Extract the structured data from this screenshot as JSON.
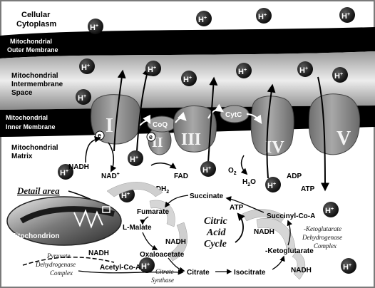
{
  "regions": {
    "cytoplasm_1": "Cellular",
    "cytoplasm_2": "Cytoplasm",
    "outer_membrane_1": "Mitochondrial",
    "outer_membrane_2": "Outer Membrane",
    "intermembrane_1": "Mitochondrial",
    "intermembrane_2": "Intermembrane",
    "intermembrane_3": "Space",
    "inner_membrane_1": "Mitochondrial",
    "inner_membrane_2": "Inner Membrane",
    "matrix_1": "Mitochondrial",
    "matrix_2": "Matrix"
  },
  "complexes": {
    "c1": "I",
    "c2": "II",
    "c3": "III",
    "c4": "IV",
    "c5": "V",
    "coq": "CoQ",
    "cytc": "CytC"
  },
  "electron": "e",
  "proton": {
    "base": "H",
    "sup": "+"
  },
  "etc_labels": {
    "nadh": "NADH",
    "nad": "NAD",
    "nad_sup": "+",
    "fad": "FAD",
    "fadh2": "FADH",
    "fadh2_sub": "2",
    "o2": "O",
    "o2_sub": "2",
    "h2o_h": "H",
    "h2o_sub": "2",
    "h2o_o": "O",
    "adp": "ADP",
    "atp": "ATP"
  },
  "cycle": {
    "title_1": "Citric",
    "title_2": "Acid",
    "title_3": "Cycle",
    "succinate": "Succinate",
    "fumarate": "Fumarate",
    "l_malate": "L-Malate",
    "oxaloacetate": "Oxaloacetate",
    "citrate": "Citrate",
    "isocitrate": "Isocitrate",
    "ketoglutarate": "-Ketoglutarate",
    "succinyl_coa": "Succinyl-Co-A",
    "acetyl_coa": "Acetyl-Co-A",
    "nadh_malate": "NADH",
    "nadh_succinyl": "NADH",
    "nadh_keto": "NADH",
    "nadh_pyruvate": "NADH",
    "atp": "ATP"
  },
  "enzymes": {
    "pdc_1": "Pyruvate",
    "pdc_2": "Dehydrogenase",
    "pdc_3": "Complex",
    "cs_1": "Citrate",
    "cs_2": "Synthase",
    "kgdh_1": "-Ketoglutarate",
    "kgdh_2": "Dehydrogenase",
    "kgdh_3": "Complex"
  },
  "detail_area": "Detail area",
  "mitochondrion": "Mitochondrion",
  "colors": {
    "background": "#ffffff",
    "membrane_band": "#000000",
    "intermembrane_gradient_light": "#eeeeee",
    "intermembrane_gradient_dark": "#8a8a8a",
    "complex_fill": "#8c8c8c",
    "proton_ball": "#1a1a1a",
    "cycle_arrow": "#cfcfcf",
    "frame": "#7a7a7a"
  }
}
